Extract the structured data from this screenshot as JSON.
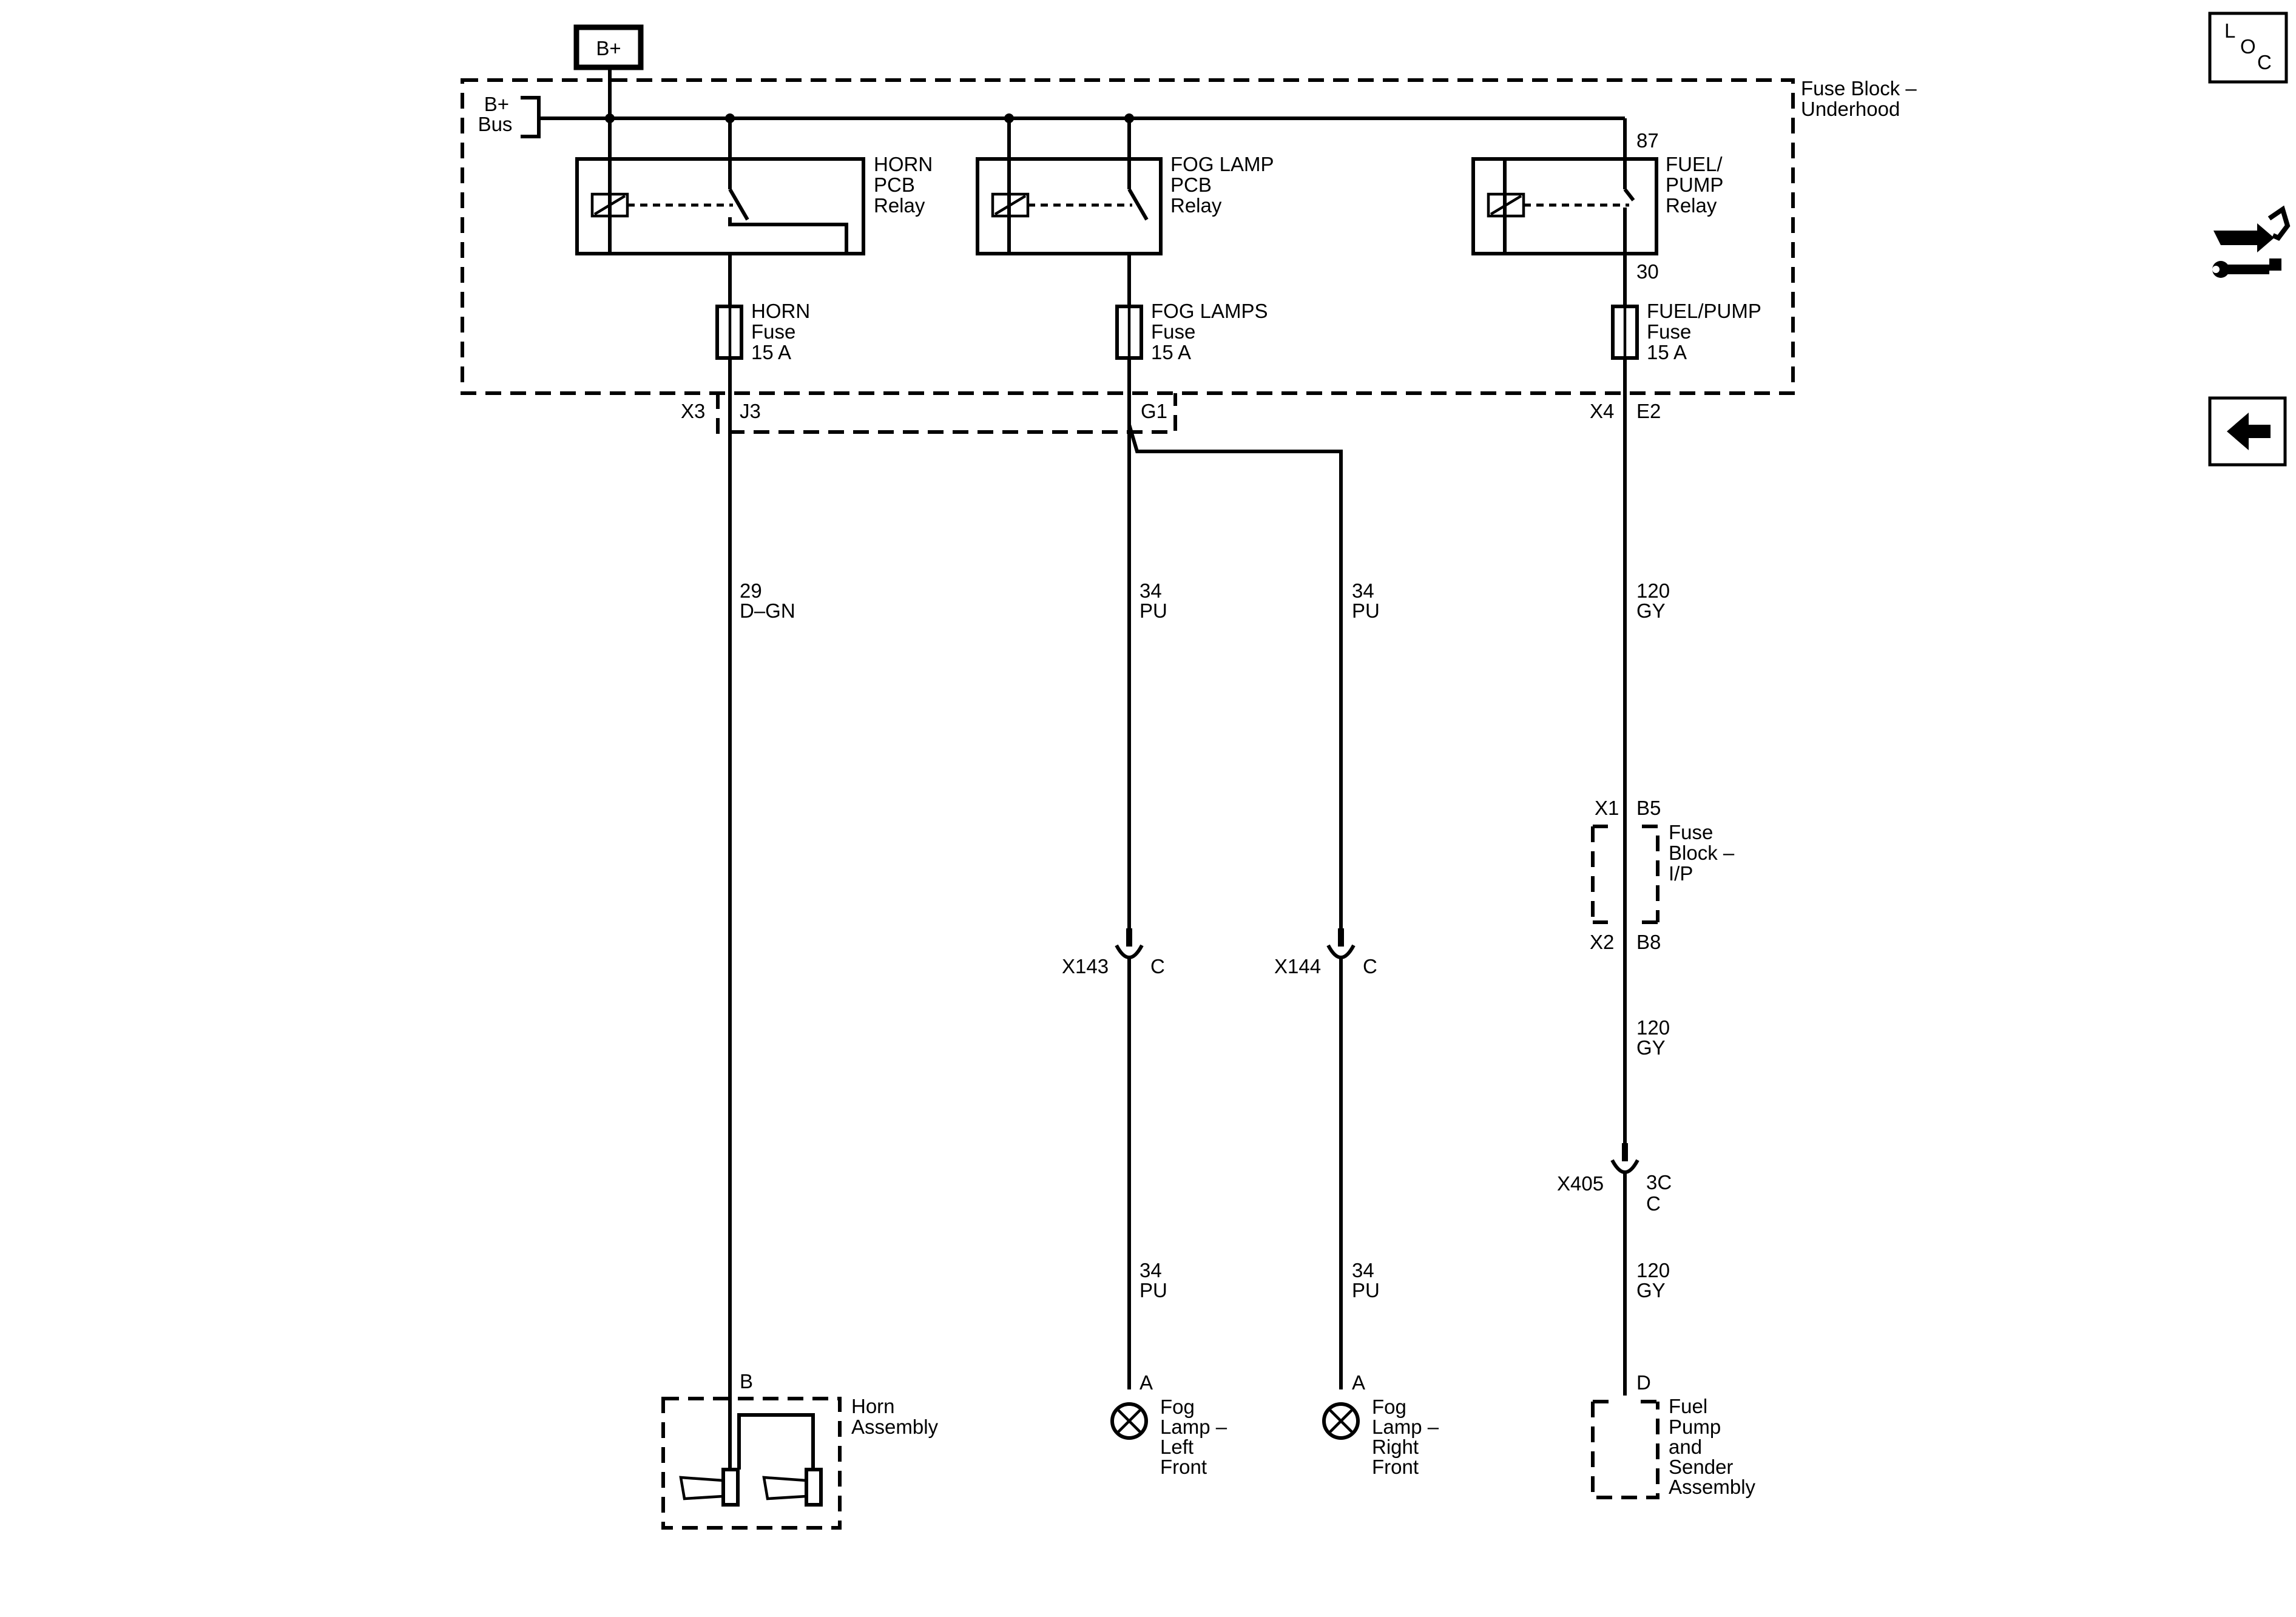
{
  "source_badge": "B+",
  "bus_label": [
    "B+",
    "Bus"
  ],
  "fuse_block_underhood": [
    "Fuse Block –",
    "Underhood"
  ],
  "relays": {
    "horn": [
      "HORN",
      "PCB",
      "Relay"
    ],
    "fog": [
      "FOG LAMP",
      "PCB",
      "Relay"
    ],
    "fuel": [
      "FUEL/",
      "PUMP",
      "Relay"
    ],
    "fuel_pin_in": "87",
    "fuel_pin_out": "30"
  },
  "fuses": {
    "horn": [
      "HORN",
      "Fuse",
      "15 A"
    ],
    "fog": [
      "FOG LAMPS",
      "Fuse",
      "15 A"
    ],
    "fuel": [
      "FUEL/PUMP",
      "Fuse",
      "15 A"
    ]
  },
  "connectors": {
    "x3": "X3",
    "j3": "J3",
    "g1": "G1",
    "x4": "X4",
    "e2": "E2",
    "x1": "X1",
    "b5": "B5",
    "x2": "X2",
    "b8": "B8",
    "x143": "X143",
    "x143_c": "C",
    "x144": "X144",
    "x144_c": "C",
    "x405": "X405",
    "x405_pin": [
      "3C",
      "C"
    ]
  },
  "fuse_block_ip": [
    "Fuse",
    "Block –",
    "I/P"
  ],
  "wires": {
    "horn": [
      "29",
      "D–GN"
    ],
    "fog_left_upper": [
      "34",
      "PU"
    ],
    "fog_right_upper": [
      "34",
      "PU"
    ],
    "fuel_upper": [
      "120",
      "GY"
    ],
    "fuel_mid": [
      "120",
      "GY"
    ],
    "fog_left_lower": [
      "34",
      "PU"
    ],
    "fog_right_lower": [
      "34",
      "PU"
    ],
    "fuel_lower": [
      "120",
      "GY"
    ]
  },
  "components": {
    "horn": {
      "pin": "B",
      "label": [
        "Horn",
        "Assembly"
      ]
    },
    "fog_left": {
      "pin": "A",
      "label": [
        "Fog",
        "Lamp –",
        "Left",
        "Front"
      ]
    },
    "fog_right": {
      "pin": "A",
      "label": [
        "Fog",
        "Lamp –",
        "Right",
        "Front"
      ]
    },
    "fuel_pump": {
      "pin": "D",
      "label": [
        "Fuel",
        "Pump",
        "and",
        "Sender",
        "Assembly"
      ]
    }
  },
  "sidebar": {
    "loc_icon": [
      "L",
      "O",
      "C"
    ],
    "connector_icon": "connector-wrench-icon",
    "back_icon": "back-arrow-icon"
  }
}
